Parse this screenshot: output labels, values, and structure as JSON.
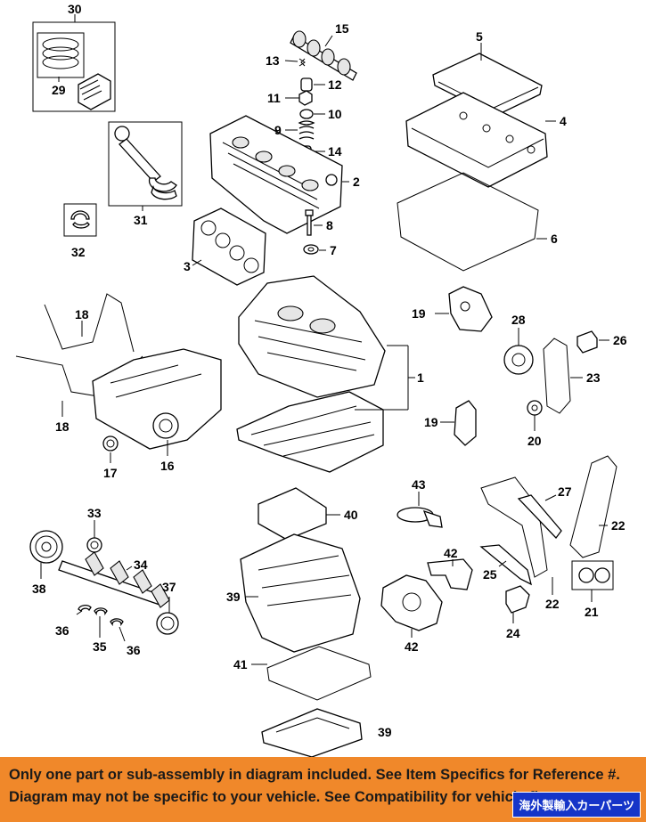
{
  "callouts": [
    "30",
    "29",
    "31",
    "32",
    "15",
    "13",
    "12",
    "11",
    "10",
    "9",
    "14",
    "2",
    "8",
    "7",
    "3",
    "5",
    "4",
    "6",
    "18",
    "18",
    "17",
    "16",
    "1",
    "19",
    "19",
    "28",
    "26",
    "23",
    "20",
    "22",
    "27",
    "21",
    "22",
    "24",
    "25",
    "42",
    "42",
    "43",
    "40",
    "39",
    "41",
    "39",
    "33",
    "34",
    "38",
    "37",
    "36",
    "35",
    "36"
  ],
  "banner": {
    "line1": "Only one part or sub-assembly in diagram included. See Item Specifics for Reference #.",
    "line2": "Diagram may not be specific to your vehicle. See Compatibility for vehicle fitment."
  },
  "badge": "海外製輸入カーパーツ",
  "colors": {
    "banner": "#f0882a",
    "badge": "#1535c8"
  }
}
